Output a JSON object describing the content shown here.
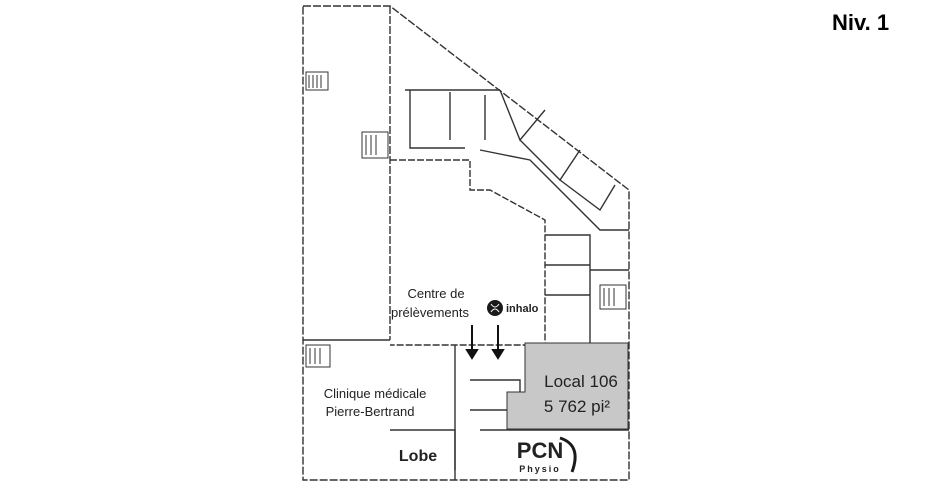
{
  "level": {
    "label": "Niv. 1"
  },
  "labels": {
    "centre_line1": "Centre de",
    "centre_line2": "prélèvements",
    "inhalo": "inhalo",
    "clinique_line1": "Clinique médicale",
    "clinique_line2": "Pierre-Bertrand",
    "local_line1": "Local 106",
    "local_line2": "5 762 pi²",
    "lobe": "Lobe",
    "pcn": "PCN",
    "pcn_sub": "Physio"
  },
  "colors": {
    "highlight": "#c8c8c8",
    "wall": "#333333",
    "logo_dark": "#1a1a1a"
  }
}
